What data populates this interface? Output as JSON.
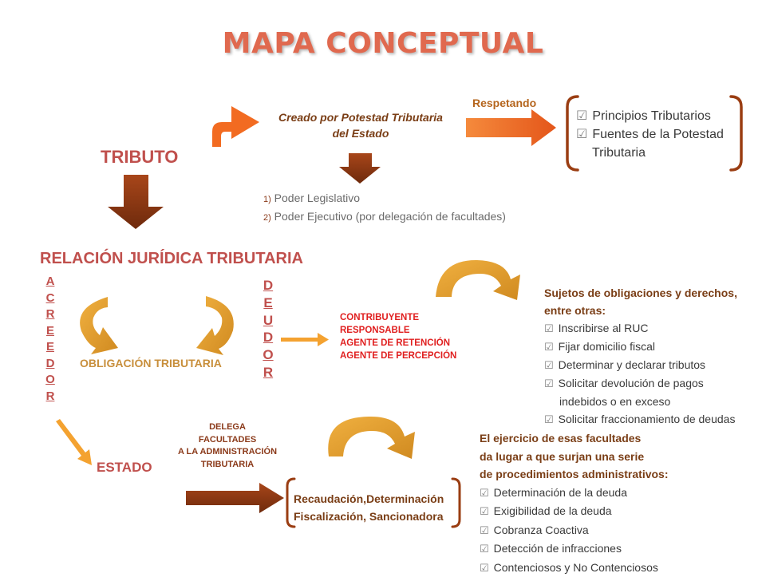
{
  "title": "MAPA CONCEPTUAL",
  "tributo": "TRIBUTO",
  "creado": [
    "Creado por Potestad Tributaria",
    "del Estado"
  ],
  "respetando": "Respetando",
  "principios": [
    "Principios Tributarios",
    "Fuentes de la Potestad"
  ],
  "principios_cont": "Tributaria",
  "poderes": [
    {
      "num": "1)",
      "text": "Poder Legislativo"
    },
    {
      "num": "2)",
      "text": "Poder Ejecutivo (por delegación de facultades)"
    }
  ],
  "relacion": "RELACIÓN JURÍDICA TRIBUTARIA",
  "acreedor": [
    "A",
    "C",
    "R",
    "E",
    "E",
    "D",
    "O",
    "R"
  ],
  "deudor": [
    "D",
    "E",
    "U",
    "D",
    "O",
    "R"
  ],
  "obligacion": "OBLIGACIÓN TRIBUTARIA",
  "contribuyentes": [
    "CONTRIBUYENTE",
    "RESPONSABLE",
    "AGENTE DE RETENCIÓN",
    "AGENTE DE PERCEPCIÓN"
  ],
  "sujetos": {
    "heading": [
      "Sujetos de obligaciones y  derechos,",
      "entre otras:"
    ],
    "items": [
      "Inscribirse al RUC",
      "Fijar domicilio fiscal",
      "Determinar y declarar tributos",
      "Solicitar devolución de pagos",
      "Solicitar fraccionamiento de deudas"
    ],
    "continuation": "indebidos o en exceso"
  },
  "estado": "ESTADO",
  "delega": [
    "DELEGA",
    "FACULTADES",
    "A LA ADMINISTRACIÓN",
    "TRIBUTARIA"
  ],
  "recaudacion": [
    "Recaudación,Determinación",
    "Fiscalización, Sancionadora"
  ],
  "ejercicio": {
    "heading": [
      "El ejercicio de esas facultades",
      "da lugar a que surjan una serie",
      "de procedimientos administrativos:"
    ],
    "items": [
      "Determinación de la deuda",
      "Exigibilidad de la deuda",
      "Cobranza Coactiva",
      "Detección de infracciones",
      "Contenciosos y No Contenciosos"
    ]
  },
  "icons": {
    "check": "☑"
  },
  "colors": {
    "title": "#E0694F",
    "heading_red": "#C0504D",
    "dark_brown": "#7A3E16",
    "arrow_orange": "#F26B21",
    "arrow_gold": "#E0A030",
    "arrow_brown": "#8B3410"
  }
}
